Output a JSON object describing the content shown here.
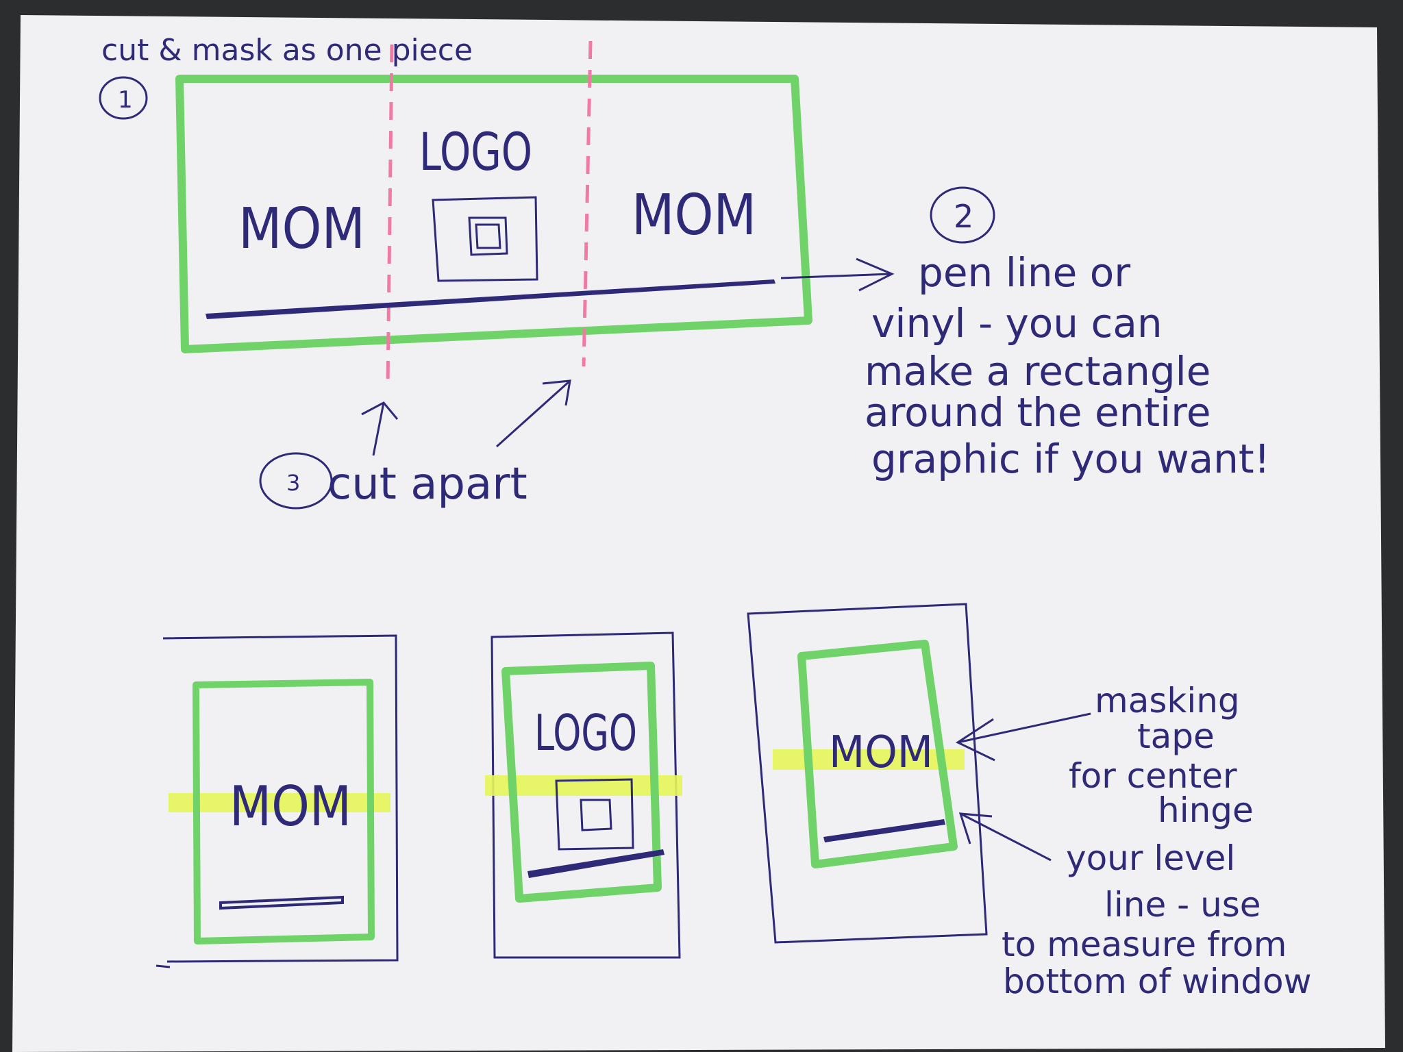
{
  "top_sketch": {
    "step1_number": "1",
    "step1_label": "cut & mask as one piece",
    "left_word": "MOM",
    "center_word": "LOGO",
    "right_word": "MOM"
  },
  "step2": {
    "number": "2",
    "lines": [
      "pen line or",
      "vinyl - you can",
      "make a rectangle",
      "around the entire",
      "graphic if you want!"
    ]
  },
  "step3": {
    "number": "3",
    "label": "cut apart"
  },
  "bottom_panels": {
    "left_word": "MOM",
    "center_word": "LOGO",
    "right_word": "MOM"
  },
  "notes": {
    "masking_tape": [
      "masking",
      "tape",
      "for center",
      "hinge"
    ],
    "level_line": [
      "your level",
      "line - use",
      "to measure from",
      "bottom of window"
    ]
  },
  "colors": {
    "ink": "#2f2a78",
    "green_marker": "#6fd36a",
    "pink_marker": "#f07aa6",
    "yellow_highlighter": "#e6f55a",
    "paper": "#f1f1f3"
  }
}
